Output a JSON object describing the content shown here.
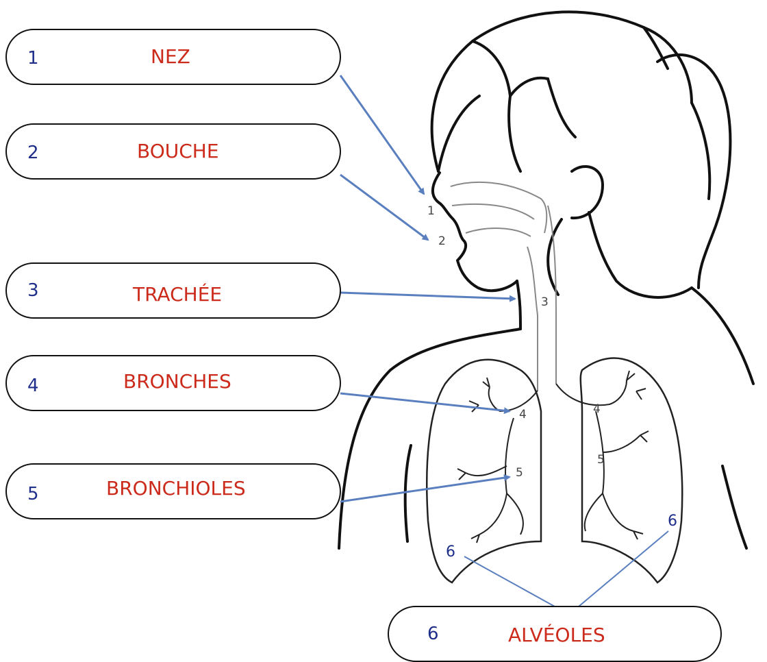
{
  "labels": [
    {
      "num": "1",
      "term": "NEZ"
    },
    {
      "num": "2",
      "term": "BOUCHE"
    },
    {
      "num": "3",
      "term": "TRACHÉE"
    },
    {
      "num": "4",
      "term": "BRONCHES"
    },
    {
      "num": "5",
      "term": "BRONCHIOLES"
    },
    {
      "num": "6",
      "term": "ALVÉOLES"
    }
  ],
  "figure_marks": {
    "nose": "1",
    "mouth": "2",
    "trachea": "3",
    "bronchus_left": "4",
    "bronchus_right": "4",
    "bronchiole_left": "5",
    "bronchiole_right": "5",
    "alveoli_left": "6",
    "alveoli_right": "6"
  },
  "colors": {
    "number": "#1f2f8a",
    "term": "#cc2a1b",
    "arrow": "#5a7fbf",
    "outline": "#111111"
  }
}
